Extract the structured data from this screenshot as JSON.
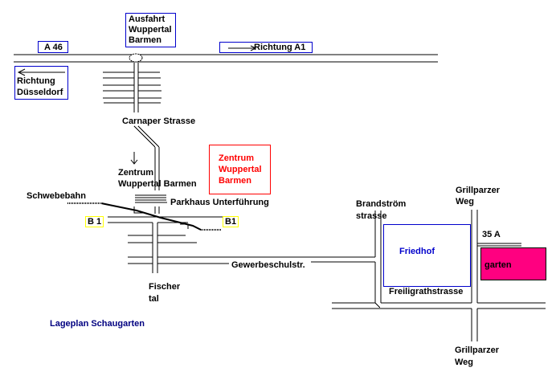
{
  "title": "Lageplan Schaugarten",
  "colors": {
    "sign_border": "#0000cc",
    "exit_marker_border": "#ffff00",
    "center_box_border": "#ff0000",
    "center_text": "#ff0000",
    "cemetery_border": "#0000cc",
    "cemetery_text": "#0000cc",
    "garden_fill": "#ff0080",
    "title_text": "#000080"
  },
  "signs": {
    "motorway": "A 46",
    "exit": [
      "Ausfahrt",
      "Wuppertal",
      "Barmen"
    ],
    "direction_a1": "Richtung A1",
    "direction_duesseldorf": [
      "Richtung",
      "Düsseldorf"
    ]
  },
  "streets": {
    "carnaper": "Carnaper Strasse",
    "zentrum_arrow_label": [
      "Zentrum",
      "Wuppertal Barmen"
    ],
    "schwebebahn": "Schwebebahn",
    "parkhaus": "Parkhaus Unterführung",
    "b1_left": "B 1",
    "b1_right": "B1",
    "gewerbeschul": "Gewerbeschulstr.",
    "fischertal": [
      "Fischer",
      "tal"
    ],
    "brandstroem": [
      "Brandström",
      "strasse"
    ],
    "grillparzer_top": [
      "Grillparzer",
      "Weg"
    ],
    "grillparzer_bottom": [
      "Grillparzer",
      "Weg"
    ],
    "freiligrath": "Freiligrathstrasse",
    "house_number": "35 A"
  },
  "landmarks": {
    "zentrum_box": [
      "Zentrum",
      "Wuppertal",
      "Barmen"
    ],
    "friedhof": "Friedhof",
    "garten": "garten"
  }
}
